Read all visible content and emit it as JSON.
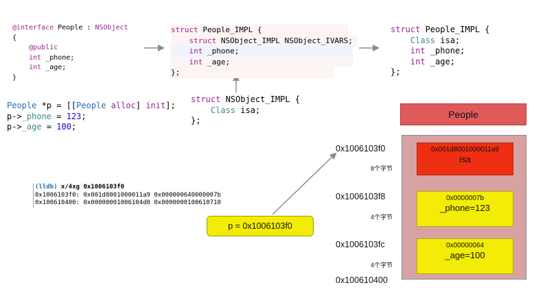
{
  "interface_code": {
    "line1_kw": "@interface",
    "line1_name": " People : ",
    "line1_super": "NSObject",
    "line2": "{",
    "line3_kw": "@public",
    "line4_type": "int",
    "line4_rest": " _phone;",
    "line5_type": "int",
    "line5_rest": " _age;",
    "line6": "}"
  },
  "impl_code": {
    "line1_kw": "struct",
    "line1_rest": " People_IMPL {",
    "line2_kw": "struct",
    "line2_rest": " NSObject_IMPL NSObject_IVARS;",
    "line3_type": "int",
    "line3_rest": " _phone;",
    "line4_type": "int",
    "line4_rest": " _age;",
    "line5": "};"
  },
  "impl_simplified": {
    "line1_kw": "struct",
    "line1_rest": " People_IMPL {",
    "line2_type": "Class",
    "line2_rest": " isa;",
    "line3_type": "int",
    "line3_rest": " _phone;",
    "line4_type": "int",
    "line4_rest": " _age;",
    "line5": "};"
  },
  "usage_code": {
    "l1_a": "People",
    "l1_b": " *p = [[",
    "l1_c": "People",
    "l1_d": " ",
    "l1_e": "alloc",
    "l1_f": "] ",
    "l1_g": "init",
    "l1_h": "];",
    "l2_a": "p->",
    "l2_b": "_phone",
    "l2_c": " = ",
    "l2_d": "123",
    "l2_e": ";",
    "l3_a": "p->",
    "l3_b": "_age",
    "l3_c": " = ",
    "l3_d": "100",
    "l3_e": ";"
  },
  "nsobject_impl": {
    "line1_kw": "struct",
    "line1_rest": " NSObject_IMPL {",
    "line2_type": "Class",
    "line2_rest": " isa;",
    "line3": "};"
  },
  "lldb": {
    "prompt": "(lldb)",
    "command": " x/4xg 0x1006103f0",
    "row1": "0x1006103f0: 0x001d8001000011a9 0x000000640000007b",
    "row2": "0x100610400: 0x00000001006104d0 0x0000000100610710"
  },
  "memory": {
    "title": "People",
    "fields": [
      {
        "hex": "0x001d8001000011a9",
        "label": "isa"
      },
      {
        "hex": "0x0000007b",
        "label": "_phone=123"
      },
      {
        "hex": "0x00000064",
        "label": "_age=100"
      }
    ],
    "addresses": [
      "0x1006103f0",
      "0x1006103f8",
      "0x1006103fc",
      "0x100610400"
    ],
    "sizes": [
      "8个字节",
      "4个字节",
      "4个字节"
    ]
  },
  "pointer_label": "p = 0x1006103f0",
  "colors": {
    "header_red": "#e05a5a",
    "container_pink": "#d9a2a2",
    "isa_red": "#ef2f12",
    "field_yellow": "#f3ec07",
    "arrow_gray": "#8c8c8c"
  }
}
